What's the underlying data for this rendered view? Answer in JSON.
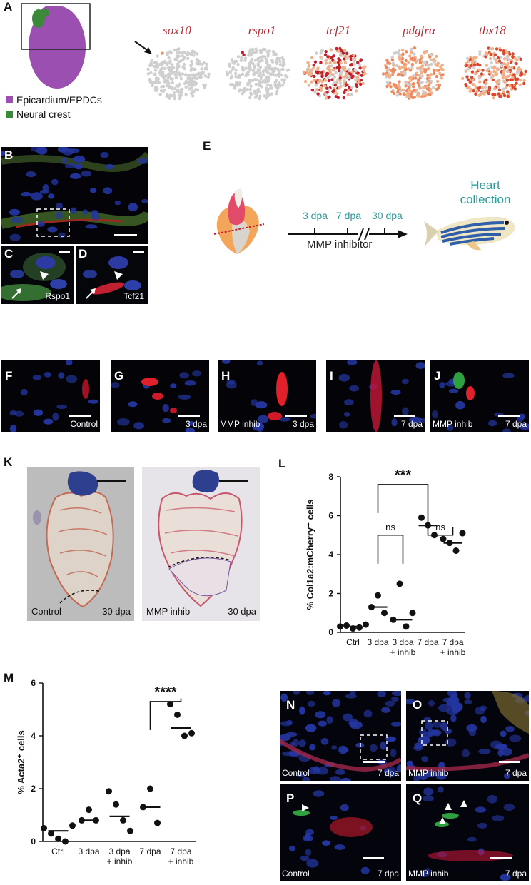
{
  "panels": {
    "A": {
      "label": "A",
      "legend": [
        {
          "text": "Epicardium/EPDCs",
          "color": "#9b4fb0"
        },
        {
          "text": "Neural crest",
          "color": "#3a8a3a"
        }
      ],
      "genes": [
        "sox10",
        "rspo1",
        "tcf21",
        "pdgfrα",
        "tbx18"
      ]
    },
    "B": {
      "label": "B"
    },
    "C": {
      "label": "C",
      "marker": "Rspo1"
    },
    "D": {
      "label": "D",
      "marker": "Tcf21"
    },
    "E": {
      "label": "E",
      "timepoints": [
        "3 dpa",
        "7 dpa",
        "30 dpa"
      ],
      "treatment": "MMP inhibitor",
      "collection": [
        "Heart",
        "collection"
      ]
    },
    "F": {
      "label": "F",
      "caption": "Control"
    },
    "G": {
      "label": "G",
      "caption": "3 dpa"
    },
    "H": {
      "label": "H",
      "caption_left": "MMP inhib",
      "caption_right": "3 dpa"
    },
    "I": {
      "label": "I",
      "caption": "7 dpa"
    },
    "J": {
      "label": "J",
      "caption_left": "MMP inhib",
      "caption_right": "7 dpa"
    },
    "K": {
      "label": "K",
      "left": {
        "caption_left": "Control",
        "caption_right": "30 dpa"
      },
      "right": {
        "caption_left": "MMP inhib",
        "caption_right": "30 dpa"
      }
    },
    "N": {
      "label": "N",
      "caption_left": "Control",
      "caption_right": "7 dpa"
    },
    "O": {
      "label": "O",
      "caption_left": "MMP inhib",
      "caption_right": "7 dpa"
    },
    "P": {
      "label": "P",
      "caption_left": "Control",
      "caption_right": "7 dpa"
    },
    "Q": {
      "label": "Q",
      "caption_left": "MMP inhib",
      "caption_right": "7 dpa"
    }
  },
  "chart_data": [
    {
      "panel": "L",
      "type": "scatter",
      "ylabel": "% Col1a2:mCherry⁺ cells",
      "ylim": [
        0,
        8
      ],
      "yticks": [
        0,
        2,
        4,
        6,
        8
      ],
      "categories": [
        [
          "Ctrl"
        ],
        [
          "3 dpa"
        ],
        [
          "3 dpa",
          "+ inhib"
        ],
        [
          "7 dpa"
        ],
        [
          "7 dpa",
          "+ inhib"
        ]
      ],
      "points": [
        [
          0.3,
          0.35,
          0.2,
          0.25,
          0.4
        ],
        [
          1.3,
          1.9,
          1.0
        ],
        [
          0.65,
          2.5,
          0.3,
          1.0
        ],
        [
          5.9,
          5.5,
          5.0
        ],
        [
          4.8,
          4.6,
          4.2,
          5.1
        ]
      ],
      "means": [
        0.3,
        1.3,
        0.65,
        5.5,
        4.6
      ],
      "comparisons": [
        {
          "from": 1,
          "to": 3,
          "level": 7.6,
          "label": "***"
        },
        {
          "from": 1,
          "to": 2,
          "level": 5.0,
          "label": "ns"
        },
        {
          "from": 3,
          "to": 4,
          "level": 5.0,
          "label": "ns"
        }
      ]
    },
    {
      "panel": "M",
      "type": "scatter",
      "ylabel": "% Acta2⁺ cells",
      "ylim": [
        0,
        6
      ],
      "yticks": [
        0,
        2,
        4,
        6
      ],
      "categories": [
        [
          "Ctrl"
        ],
        [
          "3 dpa"
        ],
        [
          "3 dpa",
          "+ inhib"
        ],
        [
          "7 dpa"
        ],
        [
          "7 dpa",
          "+ inhib"
        ]
      ],
      "points": [
        [
          0.5,
          0.3,
          0.1,
          0.0,
          0.6
        ],
        [
          0.8,
          1.2,
          0.8
        ],
        [
          1.9,
          1.4,
          0.8,
          0.4
        ],
        [
          1.3,
          2.0,
          0.7
        ],
        [
          5.2,
          4.8,
          4.0,
          4.1
        ]
      ],
      "means": [
        0.4,
        0.8,
        0.95,
        1.3,
        4.3
      ],
      "comparisons": [
        {
          "from": 3,
          "to": 4,
          "level": 5.3,
          "label": "****"
        }
      ]
    }
  ]
}
